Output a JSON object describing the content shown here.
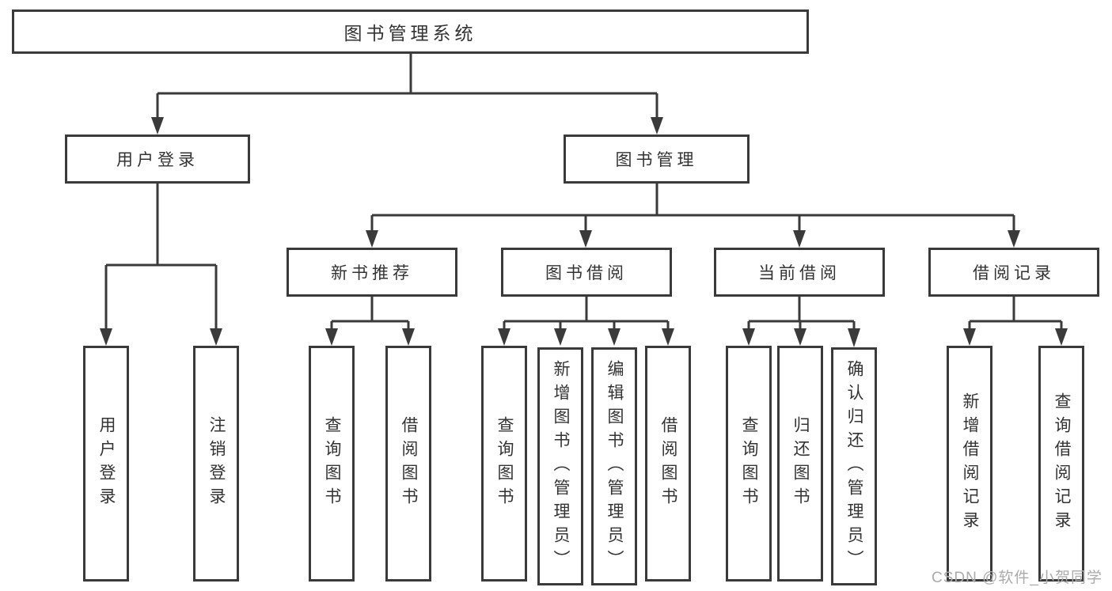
{
  "tree": {
    "root": "图书管理系统",
    "user_login": {
      "label": "用户登录",
      "children": [
        "用户登录",
        "注销登录"
      ]
    },
    "book_management": {
      "label": "图书管理",
      "sections": [
        {
          "label": "新书推荐",
          "children": [
            "查询图书",
            "借阅图书"
          ]
        },
        {
          "label": "图书借阅",
          "children": [
            "查询图书",
            "新增图书（管理员）",
            "编辑图书（管理员）",
            "借阅图书"
          ]
        },
        {
          "label": "当前借阅",
          "children": [
            "查询图书",
            "归还图书",
            "确认归还（管理员）"
          ]
        },
        {
          "label": "借阅记录",
          "children": [
            "新增借阅记录",
            "查询借阅记录"
          ]
        }
      ]
    }
  },
  "watermark": "CSDN @软件_小贺同学",
  "colors": {
    "line": "#3a3a3a",
    "box_border": "#3a3a3a",
    "text": "#333333",
    "watermark": "#ababab",
    "background": "#ffffff"
  }
}
